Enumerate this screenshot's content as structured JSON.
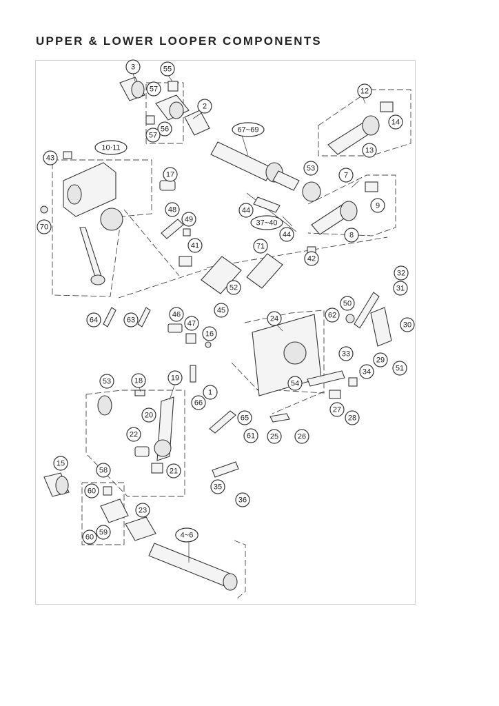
{
  "title": "UPPER & LOWER LOOPER COMPONENTS",
  "callouts": [
    "3",
    "55",
    "57",
    "2",
    "56",
    "57",
    "12",
    "14",
    "67~69",
    "13",
    "10·11",
    "43",
    "53",
    "7",
    "9",
    "17",
    "44",
    "70",
    "48",
    "49",
    "37~40",
    "44",
    "8",
    "41",
    "71",
    "42",
    "52",
    "45",
    "32",
    "31",
    "64",
    "63",
    "46",
    "47",
    "16",
    "24",
    "62",
    "50",
    "30",
    "29",
    "51",
    "33",
    "34",
    "54",
    "27",
    "28",
    "18",
    "19",
    "66",
    "1",
    "53",
    "20",
    "65",
    "22",
    "61",
    "25",
    "26",
    "21",
    "15",
    "58",
    "35",
    "36",
    "60",
    "23",
    "60",
    "59",
    "4~6"
  ]
}
